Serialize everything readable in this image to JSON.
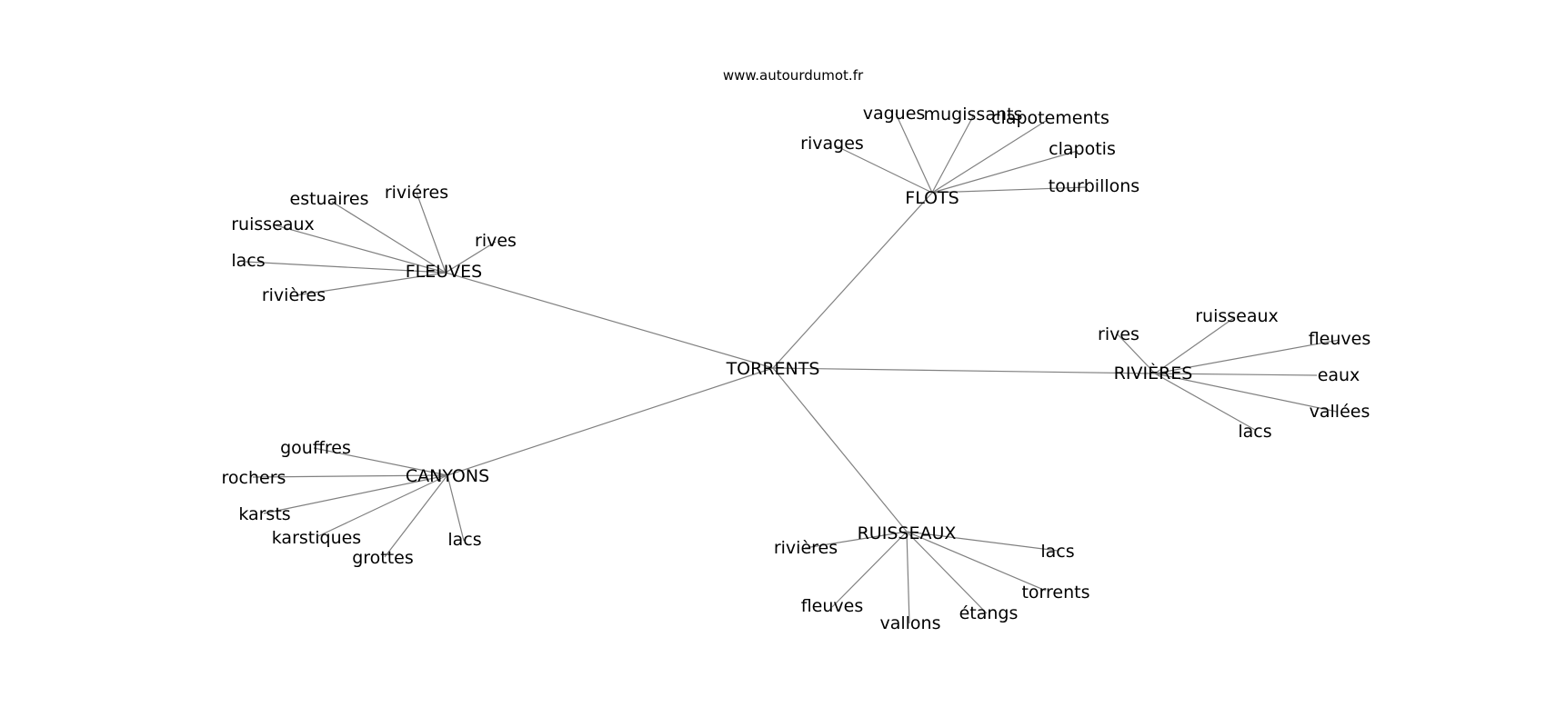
{
  "source": "www.autourdumot.fr",
  "center": "TORRENTS",
  "hubs": [
    {
      "label": "FLOTS",
      "leaves": [
        "rivages",
        "vagues",
        "mugissants",
        "clapotements",
        "clapotis",
        "tourbillons"
      ]
    },
    {
      "label": "FLEUVES",
      "leaves": [
        "estuaires",
        "riviéres",
        "ruisseaux",
        "rives",
        "lacs",
        "rivières"
      ]
    },
    {
      "label": "RIVIÈRES",
      "leaves": [
        "rives",
        "ruisseaux",
        "fleuves",
        "eaux",
        "vallées",
        "lacs"
      ]
    },
    {
      "label": "CANYONS",
      "leaves": [
        "gouffres",
        "rochers",
        "karsts",
        "karstiques",
        "grottes",
        "lacs"
      ]
    },
    {
      "label": "RUISSEAUX",
      "leaves": [
        "rivières",
        "lacs",
        "torrents",
        "fleuves",
        "vallons",
        "étangs"
      ]
    }
  ]
}
